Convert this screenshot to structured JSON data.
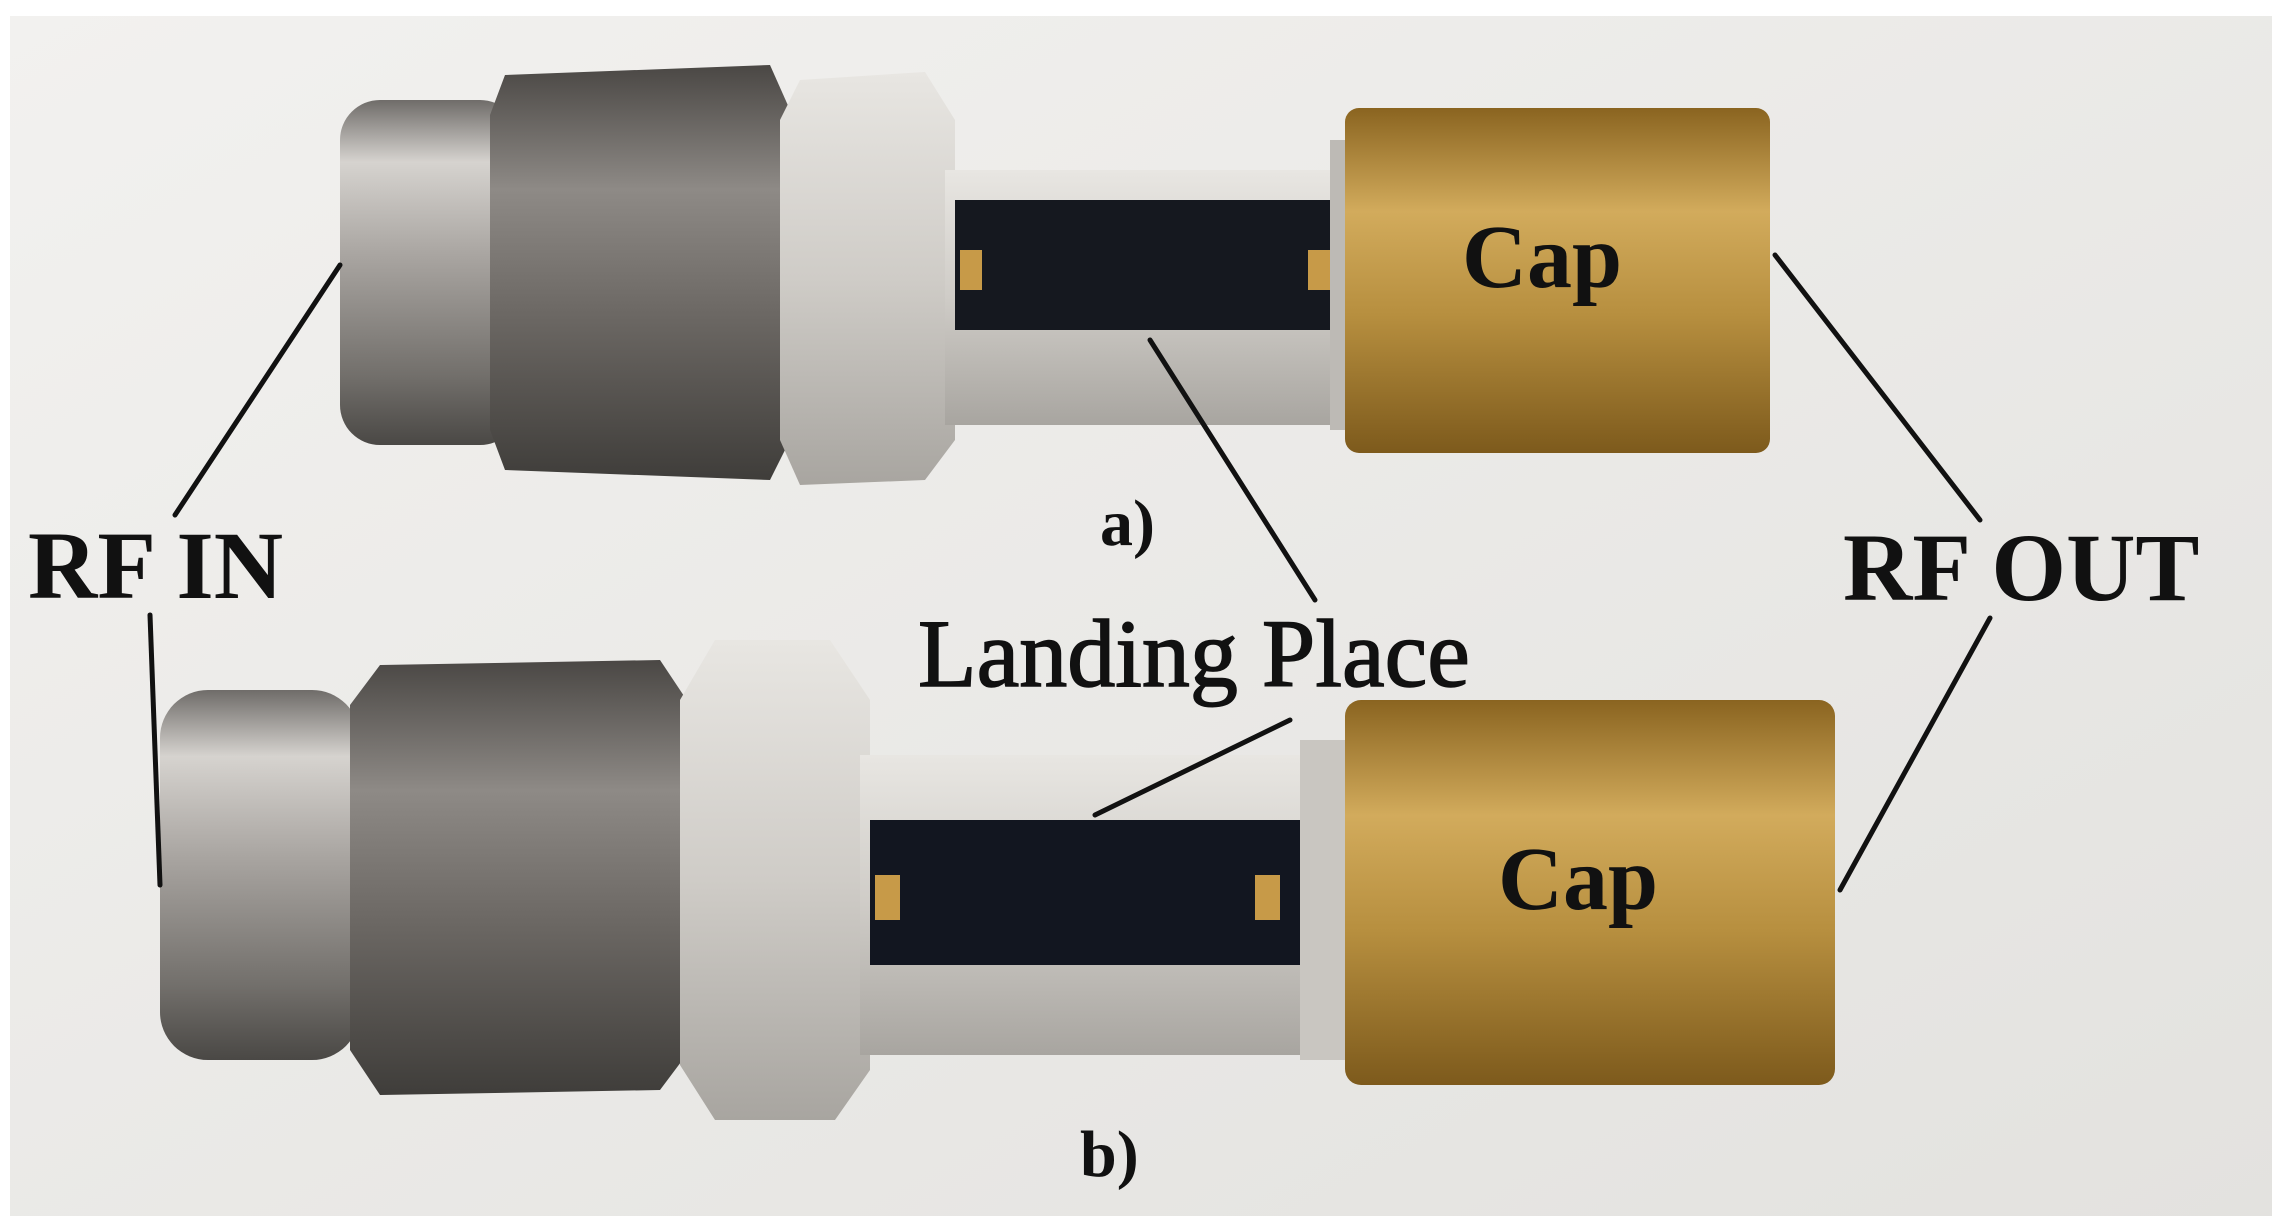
{
  "labels": {
    "rf_in": "RF IN",
    "rf_out": "RF OUT",
    "landing_place": "Landing Place",
    "cap_top": "Cap",
    "cap_bottom": "Cap",
    "panel_a": "a)",
    "panel_b": "b)"
  },
  "colors": {
    "background": "#ececea",
    "steel": "#8c8a88",
    "brass": "#b28a3a",
    "aluminum": "#d9d7d3",
    "chip": "#141820",
    "text": "#111111"
  }
}
